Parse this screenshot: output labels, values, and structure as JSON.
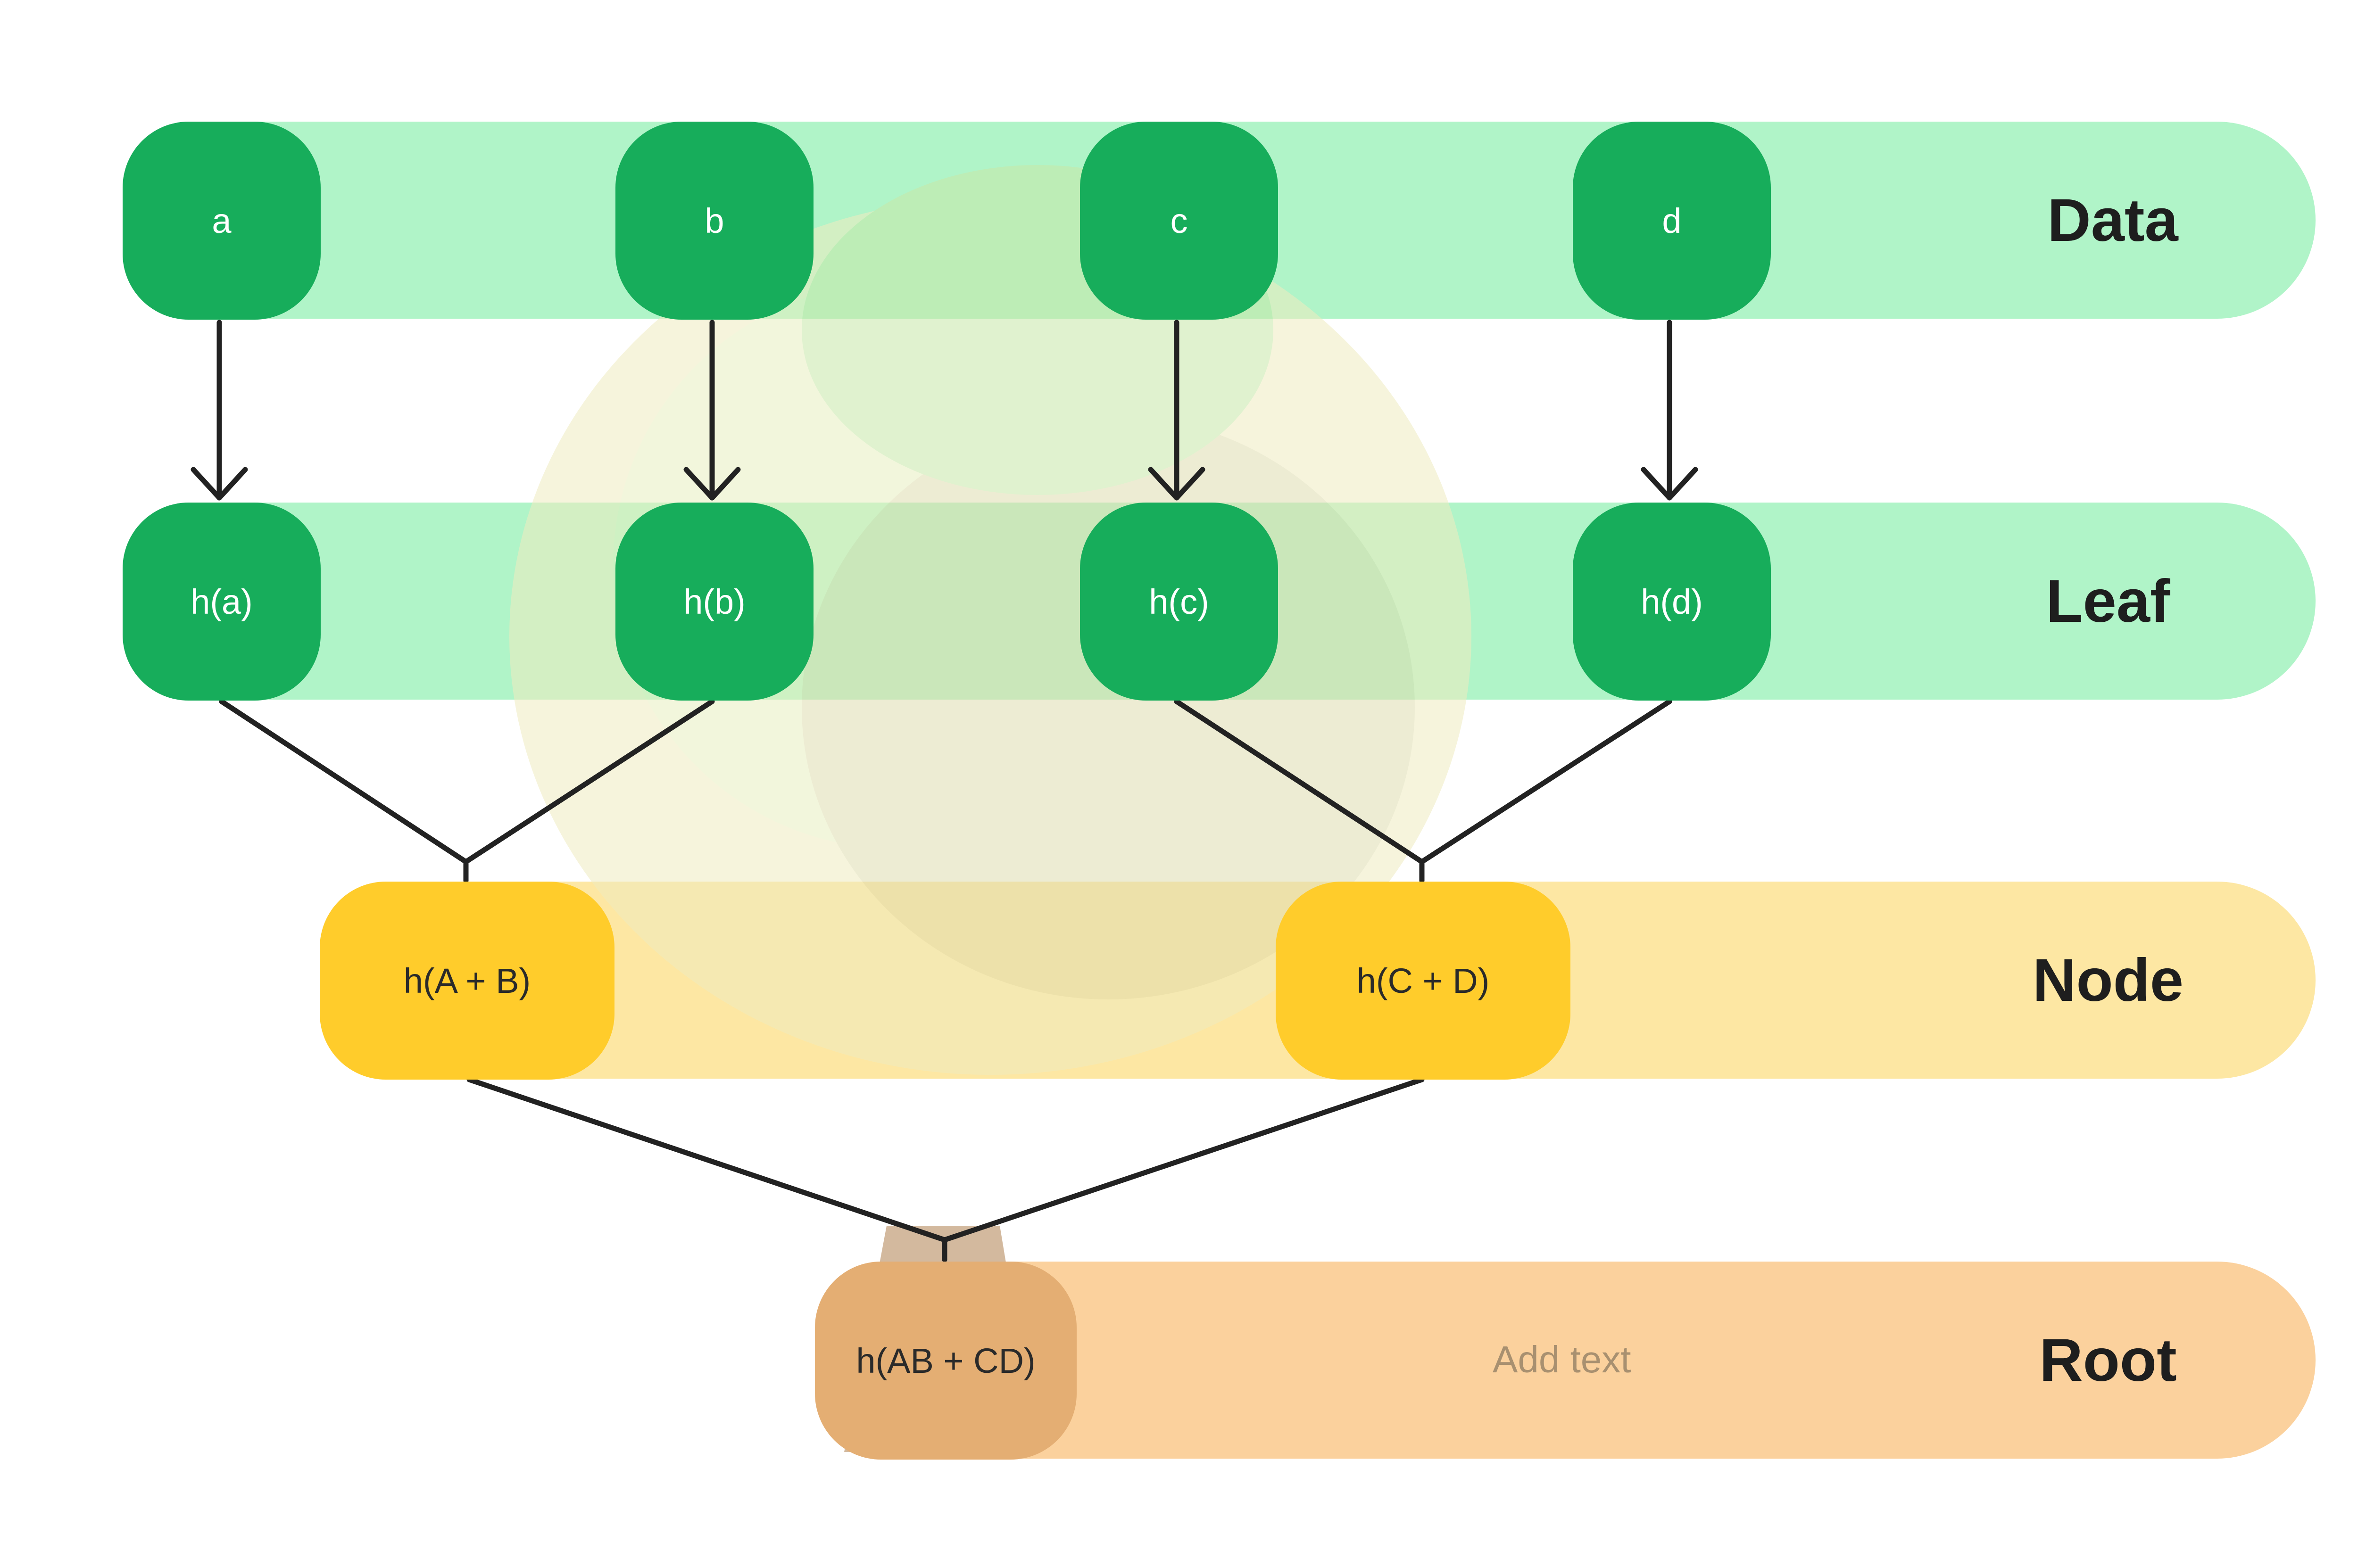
{
  "bands": {
    "data_label": "Data",
    "leaf_label": "Leaf",
    "node_label": "Node",
    "root_label": "Root"
  },
  "data_nodes": [
    "a",
    "b",
    "c",
    "d"
  ],
  "leaf_nodes": [
    "h(a)",
    "h(b)",
    "h(c)",
    "h(d)"
  ],
  "internal_nodes": [
    "h(A + B)",
    "h(C + D)"
  ],
  "root_node": "h(AB + CD)",
  "root_placeholder": "Add text",
  "colors": {
    "green_band": "#b0f4c8",
    "green_node": "#17ad5b",
    "yellow_band": "#fde7a3",
    "yellow_node": "#ffcc2b",
    "orange_band": "#fbd19d",
    "orange_node": "#e4ae73",
    "edge": "#222222"
  },
  "icons": {
    "background": "tree-watermark-icon"
  }
}
